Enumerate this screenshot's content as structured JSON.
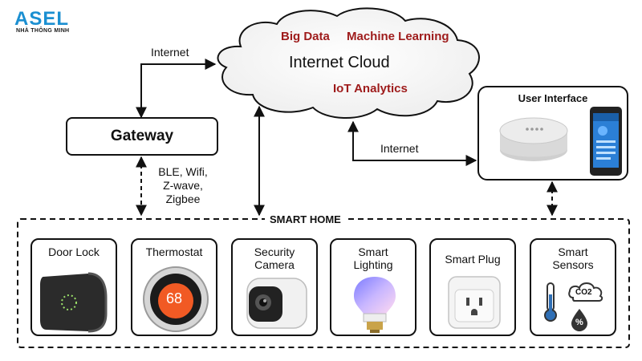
{
  "logo": {
    "name": "ASEL",
    "tagline": "NHÀ THÔNG MINH"
  },
  "cloud": {
    "title": "Internet Cloud",
    "terms": [
      "Big Data",
      "Machine Learning",
      "IoT Analytics"
    ]
  },
  "gateway": {
    "label": "Gateway"
  },
  "edges": {
    "gateway_cloud": "Internet",
    "ui_cloud": "Internet",
    "protocols": [
      "BLE, Wifi,",
      "Z-wave,",
      "Zigbee"
    ]
  },
  "user_interface": {
    "title": "User Interface",
    "devices": [
      "smart-speaker",
      "smartphone-app"
    ]
  },
  "smart_home": {
    "title": "SMART HOME",
    "devices": [
      {
        "name_lines": [
          "Door Lock"
        ],
        "icon": "door-lock-icon"
      },
      {
        "name_lines": [
          "Thermostat"
        ],
        "icon": "thermostat-icon",
        "display": "68"
      },
      {
        "name_lines": [
          "Security",
          "Camera"
        ],
        "icon": "security-camera-icon"
      },
      {
        "name_lines": [
          "Smart",
          "Lighting"
        ],
        "icon": "smart-bulb-icon"
      },
      {
        "name_lines": [
          "Smart Plug"
        ],
        "icon": "smart-plug-icon"
      },
      {
        "name_lines": [
          "Smart",
          "Sensors"
        ],
        "icon": "sensors-icon",
        "sensor_label": "CO2",
        "humidity_label": "%"
      }
    ]
  }
}
